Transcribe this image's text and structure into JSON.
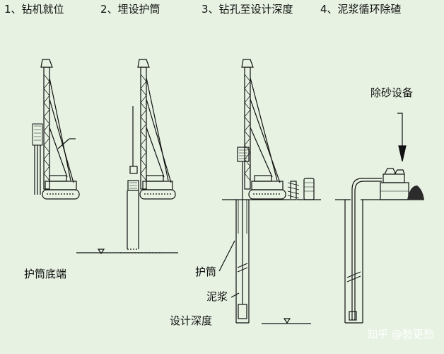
{
  "steps": [
    "1、钻机就位",
    "2、埋设护筒",
    "3、钻孔至设计深度",
    "4、泥浆循环除碴"
  ],
  "labels": {
    "casing_bottom": "护筒底端",
    "casing": "护筒",
    "mud": "泥浆",
    "design_depth": "设计深度",
    "desanding_equipment": "除砂设备"
  },
  "watermark": "知乎 @愁更愁",
  "colors": {
    "background": "#e7f2e3",
    "line": "#111111"
  }
}
